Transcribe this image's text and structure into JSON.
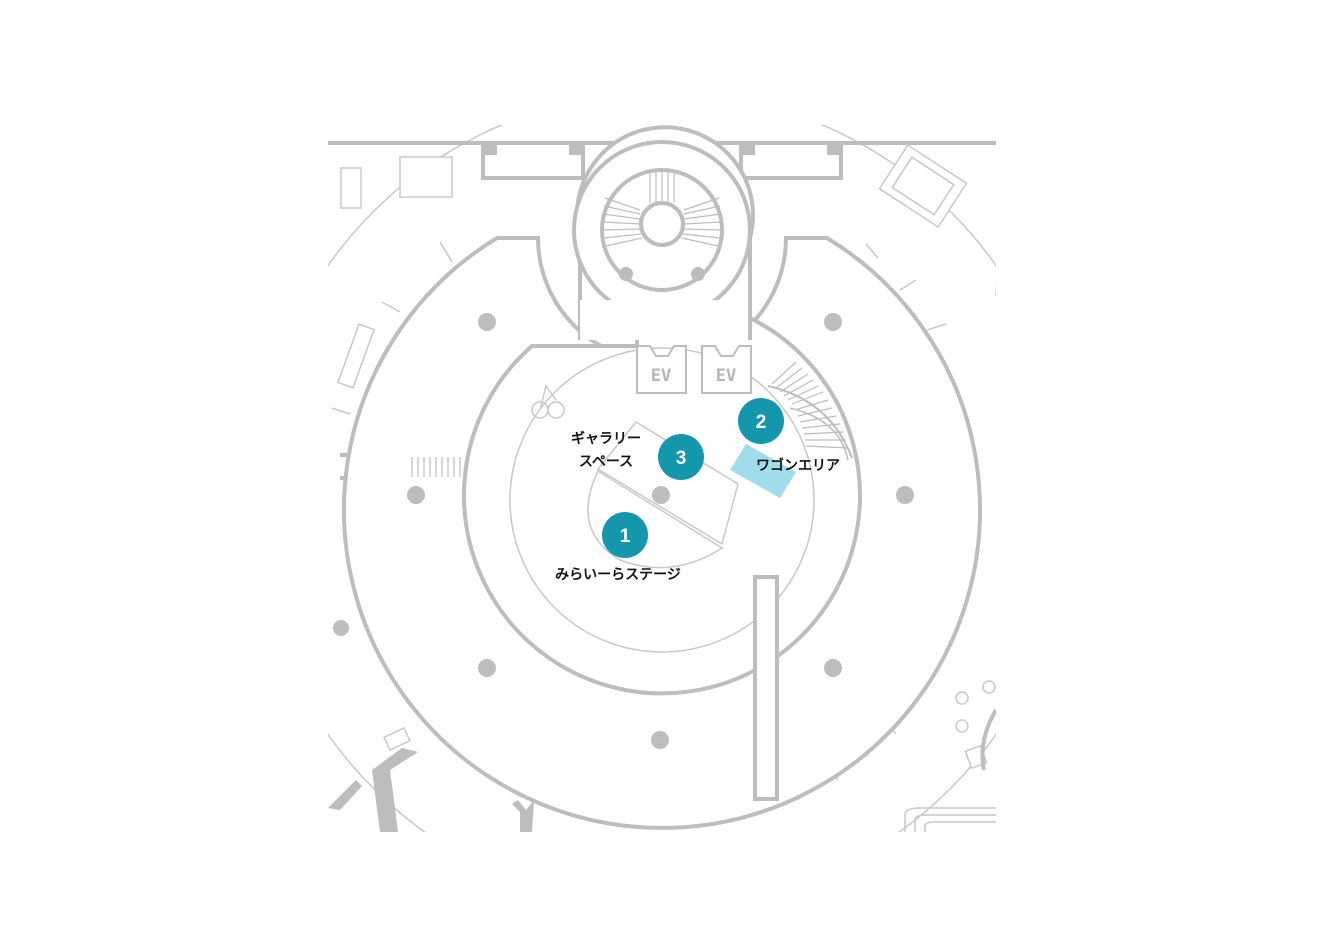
{
  "elevators": [
    {
      "label": "EV"
    },
    {
      "label": "EV"
    }
  ],
  "markers": [
    {
      "number": "1",
      "label": "みらいーらステージ"
    },
    {
      "number": "2",
      "label": "ワゴンエリア"
    },
    {
      "number": "3",
      "label_line1": "ギャラリー",
      "label_line2": "スペース"
    }
  ],
  "colors": {
    "marker": "#1496ad",
    "wagon_area": "#9edde9",
    "walls": "#bdbdbd",
    "label_text": "#111111"
  }
}
